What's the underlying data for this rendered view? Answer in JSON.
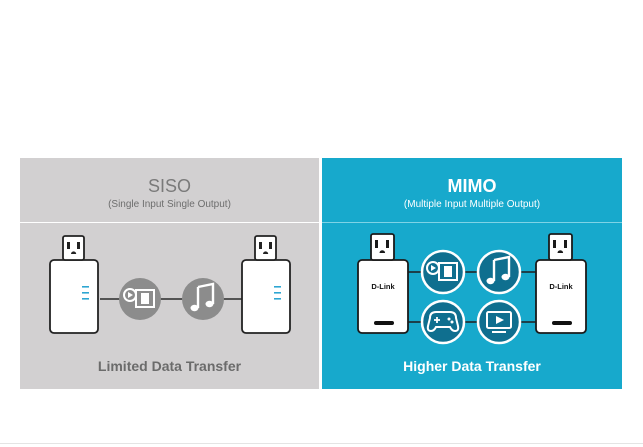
{
  "siso": {
    "title": "SISO",
    "subtitle": "(Single Input Single Output)",
    "footer": "Limited Data Transfer",
    "bg_color": "#d2d0d1",
    "icons": [
      "video-icon",
      "music-icon"
    ]
  },
  "mimo": {
    "title": "MIMO",
    "subtitle": "(Multiple Input Multiple Output)",
    "footer": "Higher Data Transfer",
    "bg_color": "#17a9cc",
    "device_label": "D-Link",
    "icons": [
      "video-icon",
      "music-icon",
      "gamepad-icon",
      "tv-icon"
    ]
  }
}
